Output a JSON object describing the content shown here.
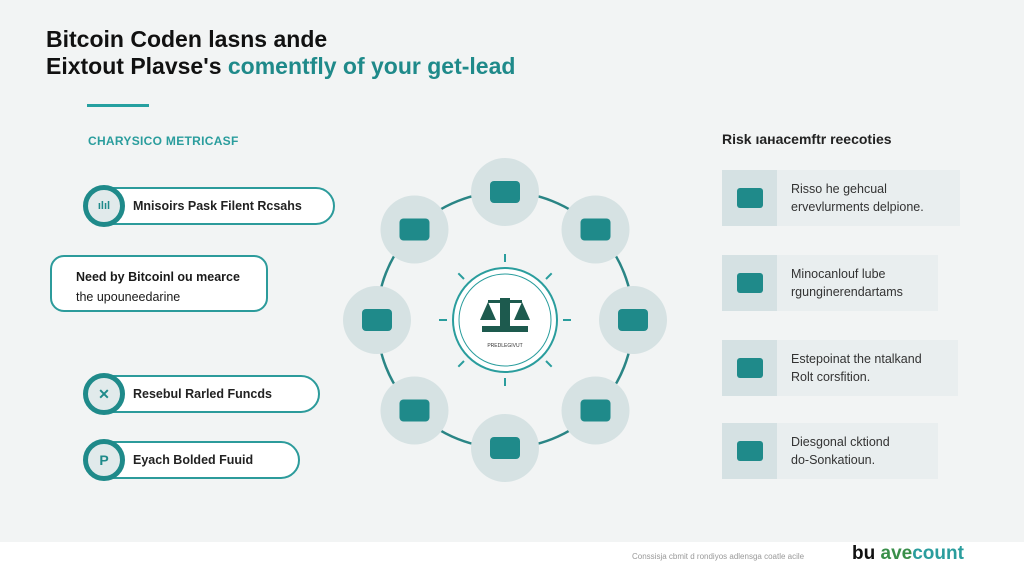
{
  "title": {
    "line1": "Bitcoin Coden lasns ande",
    "line2_dark": "Eixtout Plavse's ",
    "line2_teal": "comentfly of your get-lead"
  },
  "subtitle": "CHARYSICO METRICASF",
  "left_items": [
    {
      "icon": "chart-icon",
      "glyph": "ılıl",
      "label": "Mnisoirs Pask Filent Rcsahs"
    },
    {
      "callout_line1": "Need by Bitcoinl ou mearce",
      "callout_line2": "the upouneedarine"
    },
    {
      "icon": "x-icon",
      "glyph": "✕",
      "label": "Resebul Rarled Funcds"
    },
    {
      "icon": "p-icon",
      "glyph": "P",
      "label": "Eyach Bolded Fuuid"
    }
  ],
  "hub": {
    "label": "PREDLEGIVUT",
    "icon": "scales-icon"
  },
  "nodes": [
    "people-icon",
    "arm-icon",
    "trend-chart-icon",
    "calendar-icon",
    "hand-icon",
    "grid-icon",
    "handshake-icon",
    "hand-tool-icon"
  ],
  "risk": {
    "heading": "Risk ıaнacemftr reecoties",
    "items": [
      {
        "icon": "machine-icon",
        "line1": "Risso he gehcual",
        "line2": "ervevlurments delpione."
      },
      {
        "icon": "hammer-icon",
        "line1": "Minocanlouf lube",
        "line2": "rgunginerendartams"
      },
      {
        "icon": "bars-icon",
        "line1": "Estepoinat the ntalkand",
        "line2": "Rolt corsfition."
      },
      {
        "icon": "document-icon",
        "line1": "Diesgonal cktiond",
        "line2": "do-Sonkatioun."
      }
    ]
  },
  "footer": {
    "text": "Conssisja cbmit d rondiyos adlensga coatle acile",
    "logo_a": "bu ",
    "logo_b": "ave",
    "logo_c": "count"
  },
  "colors": {
    "teal": "#1f8a8a",
    "accent": "#2a9d9d",
    "node_bg": "#d6e2e3"
  }
}
